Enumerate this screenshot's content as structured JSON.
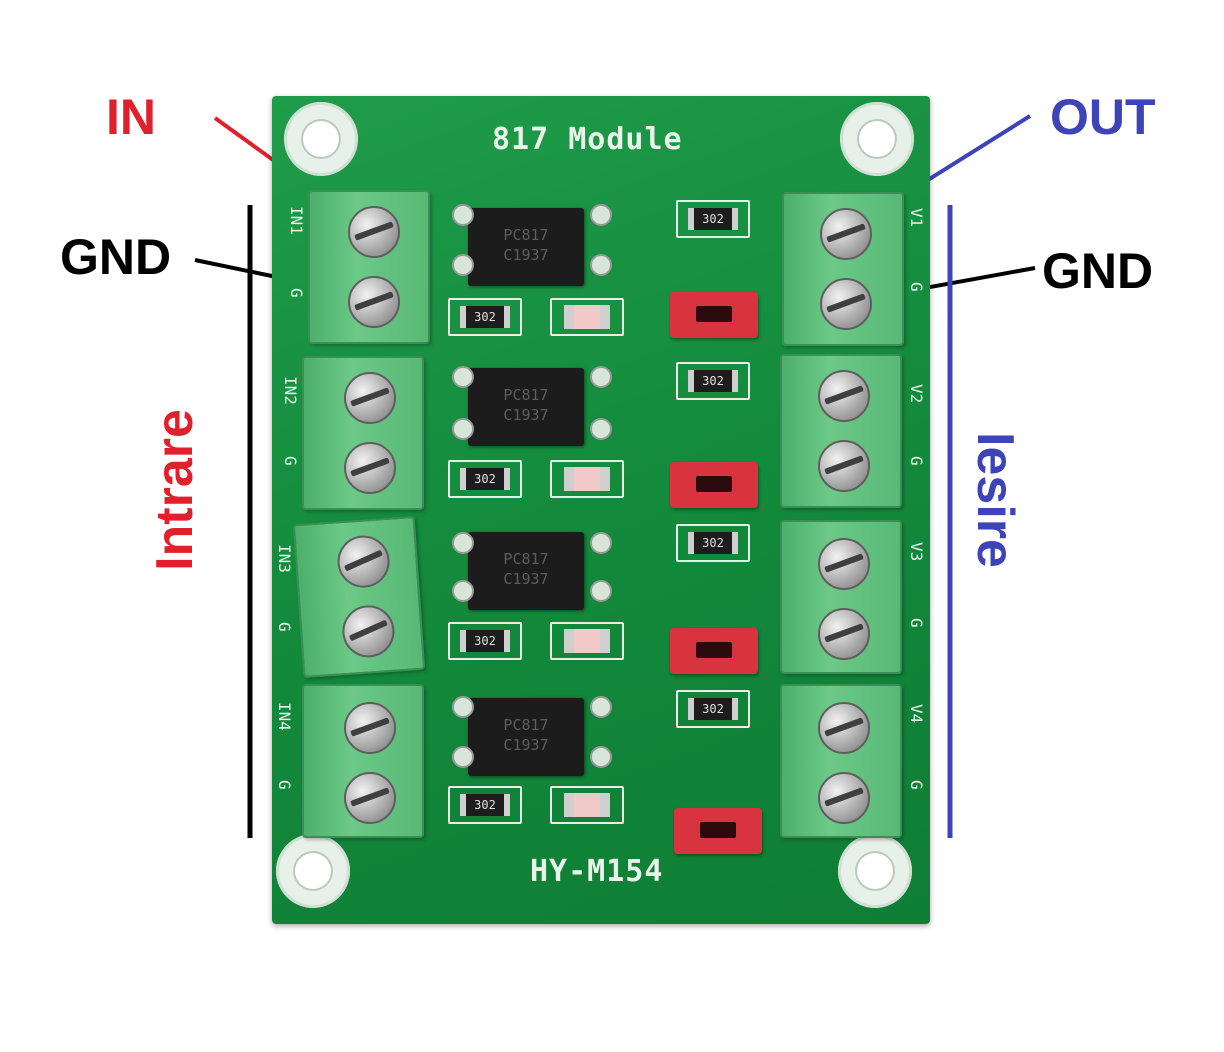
{
  "annotations": {
    "in": "IN",
    "out": "OUT",
    "gnd_left": "GND",
    "gnd_right": "GND",
    "input_side": "Intrare",
    "output_side": "Iesire",
    "colors": {
      "input": "#e0202a",
      "output": "#3d44b8",
      "gnd": "#000000"
    }
  },
  "board": {
    "title": "817 Module",
    "model": "HY-M154",
    "input_pins": [
      "IN1",
      "G",
      "IN2",
      "G",
      "IN3",
      "G",
      "IN4",
      "G"
    ],
    "output_pins": [
      "V1",
      "G",
      "V2",
      "G",
      "V3",
      "G",
      "V4",
      "G"
    ],
    "opto_marking": [
      "PC817",
      "C1937"
    ],
    "resistor_codes": [
      "302",
      "302",
      "302",
      "302"
    ]
  }
}
